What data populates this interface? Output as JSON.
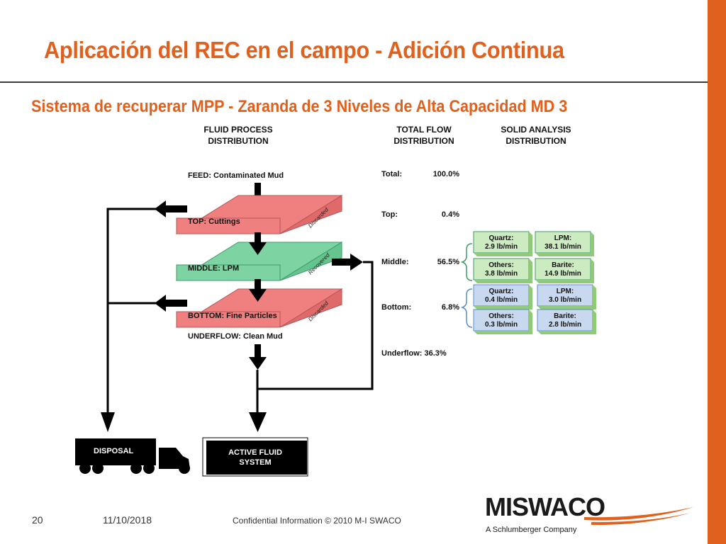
{
  "slide": {
    "title": "Aplicación del REC en el campo - Adición Continua",
    "subtitle": "Sistema de recuperar MPP - Zaranda de 3 Niveles de Alta Capacidad MD 3"
  },
  "diagram": {
    "headers": {
      "fluid_process_1": "FLUID PROCESS",
      "fluid_process_2": "DISTRIBUTION",
      "total_flow_1": "TOTAL FLOW",
      "total_flow_2": "DISTRIBUTION",
      "solid_analysis_1": "SOLID ANALYSIS",
      "solid_analysis_2": "DISTRIBUTION"
    },
    "feed": "FEED: Contaminated Mud",
    "decks": {
      "top": {
        "label": "TOP: Cuttings",
        "side": "Discarded"
      },
      "middle": {
        "label": "MIDDLE: LPM",
        "side": "Recovered"
      },
      "bottom": {
        "label": "BOTTOM: Fine Particles",
        "side": "Discarded"
      }
    },
    "underflow": "UNDERFLOW: Clean Mud",
    "disposal": "DISPOSAL",
    "active_fluid_1": "ACTIVE FLUID",
    "active_fluid_2": "SYSTEM",
    "flows": {
      "total_label": "Total:",
      "total_value": "100.0%",
      "top_label": "Top:",
      "top_value": "0.4%",
      "middle_label": "Middle:",
      "middle_value": "56.5%",
      "bottom_label": "Bottom:",
      "bottom_value": "6.8%",
      "underflow_label": "Underflow: 36.3%"
    },
    "solids": {
      "middle": {
        "quartz_label": "Quartz:",
        "quartz_value": "2.9 lb/min",
        "lpm_label": "LPM:",
        "lpm_value": "38.1 lb/min",
        "others_label": "Others:",
        "others_value": "3.8 lb/min",
        "barite_label": "Barite:",
        "barite_value": "14.9 lb/min"
      },
      "bottom": {
        "quartz_label": "Quartz:",
        "quartz_value": "0.4 lb/min",
        "lpm_label": "LPM:",
        "lpm_value": "3.0 lb/min",
        "others_label": "Others:",
        "others_value": "0.3 lb/min",
        "barite_label": "Barite:",
        "barite_value": "2.8 lb/min"
      }
    },
    "colors": {
      "discarded_deck": "#F08080",
      "recovered_deck": "#7DD3A2",
      "middle_solids": "#CDEBC0",
      "bottom_solids": "#C8D8EE",
      "accent": "#E0601E"
    }
  },
  "footer": {
    "page_number": "20",
    "date": "11/10/2018",
    "confidential": "Confidential Information  © 2010 M-I SWACO"
  },
  "logo": {
    "brand": "MISWACO",
    "tagline": "A Schlumberger Company"
  }
}
